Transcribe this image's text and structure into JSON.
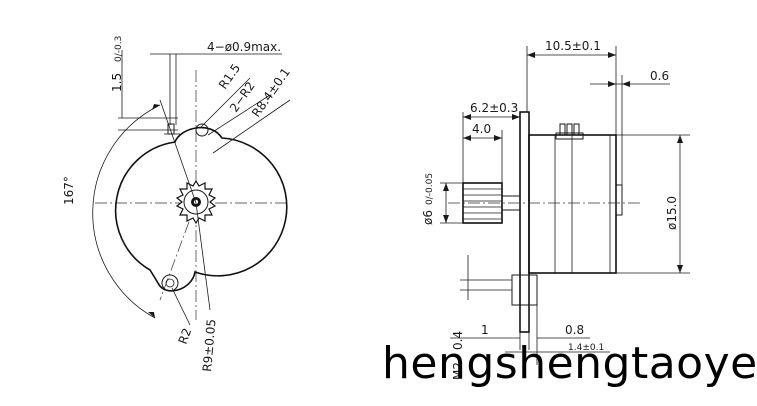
{
  "front_view": {
    "dim_pin_height": "1.5",
    "dim_pin_height_tol": "0/-0.3",
    "dim_pins": "4−ø0.9max.",
    "dim_r15": "R1.5",
    "dim_2r2": "2−R2",
    "dim_r84": "R8.4±0.1",
    "dim_angle": "167°",
    "dim_r2": "R2",
    "dim_r9": "R9±0.05"
  },
  "side_view": {
    "dim_length": "10.5±0.1",
    "dim_06": "0.6",
    "dim_62": "6.2±0.3",
    "dim_40": "4.0",
    "dim_gear_dia": "ø6",
    "dim_gear_dia_tol": "0/-0.05",
    "dim_body_dia": "ø15.0",
    "dim_04": "0.4",
    "dim_1": "1",
    "dim_08": "0.8",
    "dim_14": "1.4±0.1",
    "dim_m": "M2"
  },
  "watermark": "hengshengtaoye"
}
